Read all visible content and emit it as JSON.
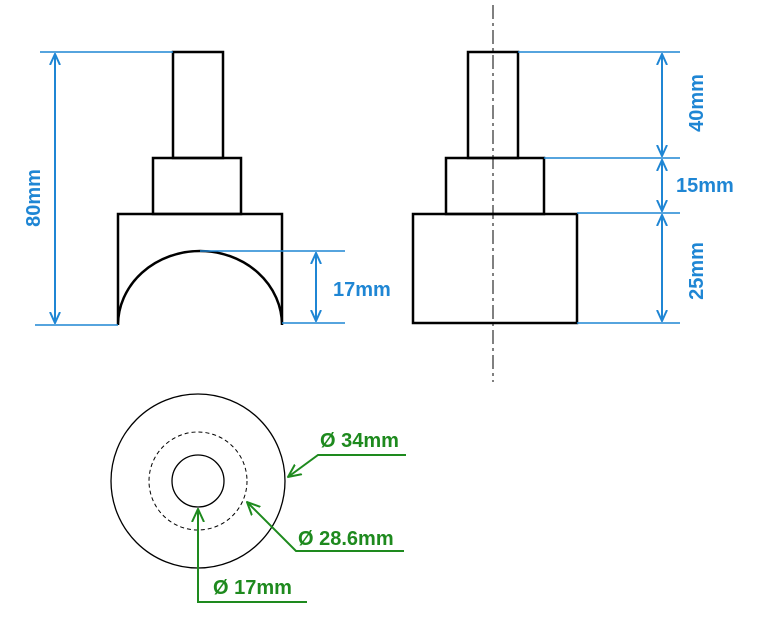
{
  "colors": {
    "dimension": "#1f86d4",
    "leader": "#1e8a1e",
    "outline": "#000000",
    "background": "#ffffff"
  },
  "front_view": {
    "overall_height": "80mm",
    "arch_height": "17mm"
  },
  "side_view": {
    "top_section": "40mm",
    "middle_section": "15mm",
    "bottom_section": "25mm"
  },
  "top_view": {
    "outer_diameter": "Ø 34mm",
    "middle_diameter": "Ø 28.6mm",
    "inner_diameter": "Ø 17mm"
  }
}
